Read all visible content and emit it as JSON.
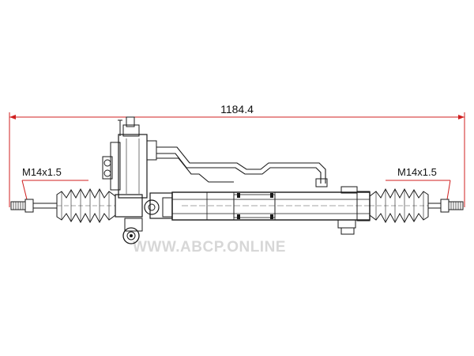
{
  "overall_length": "1184.4",
  "left_thread": "M14x1.5",
  "right_thread": "M14x1.5",
  "watermark": "WWW.ABCP.ONLINE",
  "colors": {
    "dimension_line": "#d02020",
    "drawing_line": "#1a1a1a",
    "watermark": "#d7d7d7"
  }
}
